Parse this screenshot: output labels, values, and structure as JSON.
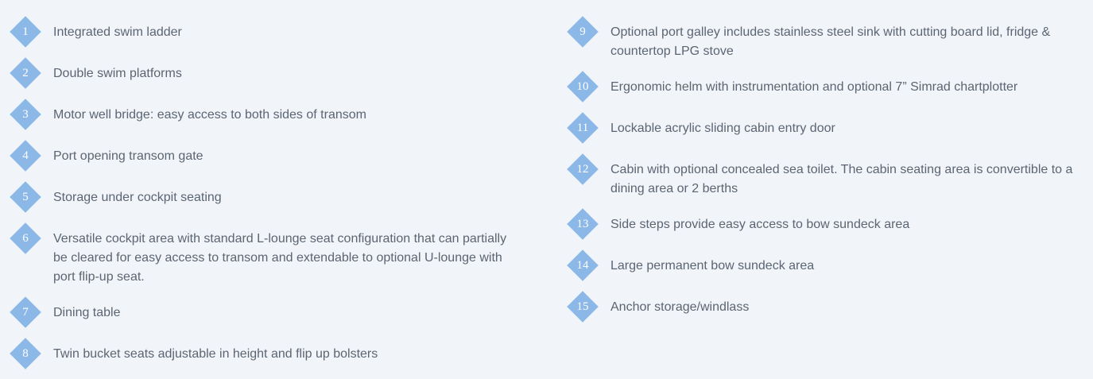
{
  "colors": {
    "badge": "#8cb8e8",
    "badge_text": "#ffffff",
    "text": "#5b6573",
    "background": "#f1f4f8"
  },
  "left_items": [
    {
      "number": "1",
      "text": "Integrated swim ladder"
    },
    {
      "number": "2",
      "text": "Double swim platforms"
    },
    {
      "number": "3",
      "text": "Motor well bridge: easy access to both sides of transom"
    },
    {
      "number": "4",
      "text": "Port opening transom gate"
    },
    {
      "number": "5",
      "text": "Storage under cockpit seating"
    },
    {
      "number": "6",
      "text": "Versatile cockpit area with standard L-lounge seat configuration that can partially be cleared for easy access to transom and extendable to optional U-lounge with port flip-up seat."
    },
    {
      "number": "7",
      "text": "Dining table"
    },
    {
      "number": "8",
      "text": "Twin bucket seats adjustable in height and flip up bolsters"
    }
  ],
  "right_items": [
    {
      "number": "9",
      "text": "Optional port galley includes stainless steel sink with cutting board lid, fridge & countertop LPG stove"
    },
    {
      "number": "10",
      "text": "Ergonomic helm with instrumentation and optional 7” Simrad chartplotter"
    },
    {
      "number": "11",
      "text": "Lockable acrylic sliding cabin entry door"
    },
    {
      "number": "12",
      "text": "Cabin with optional concealed sea toilet. The cabin seating area is convertible to a dining area or 2 berths"
    },
    {
      "number": "13",
      "text": "Side steps provide easy access to bow sundeck area"
    },
    {
      "number": "14",
      "text": "Large permanent bow sundeck area"
    },
    {
      "number": "15",
      "text": "Anchor storage/windlass"
    }
  ]
}
